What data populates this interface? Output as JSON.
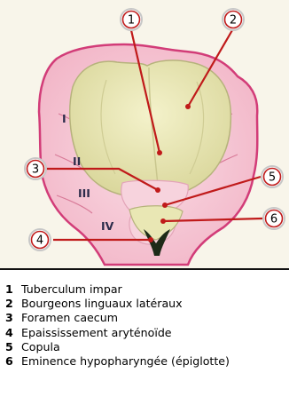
{
  "figure": {
    "regions": [
      {
        "name": "region-label-i",
        "text": "I"
      },
      {
        "name": "region-label-ii",
        "text": "II"
      },
      {
        "name": "region-label-iii",
        "text": "III"
      },
      {
        "name": "region-label-iv",
        "text": "IV"
      }
    ],
    "callouts": [
      "1",
      "2",
      "3",
      "4",
      "5",
      "6"
    ],
    "colors": {
      "arch": "#f4b8c8",
      "arch_outline": "#d23c78",
      "tongue": "#ebe9b2",
      "inner_pink": "#f7d3dd",
      "leader": "#c01a1a",
      "background": "#f8f5ea",
      "marker_circle": "#c7c7c7"
    }
  },
  "legend": [
    {
      "num": "1",
      "text": "Tuberculum impar"
    },
    {
      "num": "2",
      "text": "Bourgeons linguaux latéraux"
    },
    {
      "num": "3",
      "text": "Foramen caecum"
    },
    {
      "num": "4",
      "text": "Epaississement aryténoïde"
    },
    {
      "num": "5",
      "text": "Copula"
    },
    {
      "num": "6",
      "text": "Eminence hypopharyngée (épiglotte)"
    }
  ]
}
